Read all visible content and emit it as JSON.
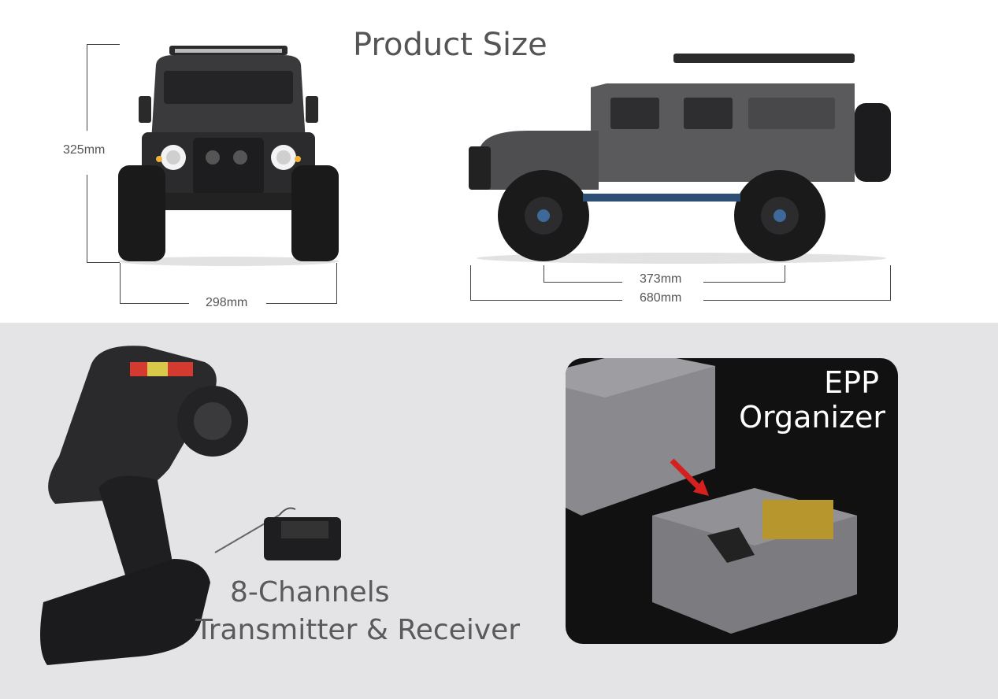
{
  "product_size": {
    "title": "Product Size",
    "height_label": "325mm",
    "width_label": "298mm",
    "wheelbase_label": "373mm",
    "length_label": "680mm"
  },
  "transmitter": {
    "line1": "8-Channels",
    "line2": "Transmitter & Receiver"
  },
  "organizer": {
    "line1": "EPP",
    "line2": "Organizer"
  },
  "colors": {
    "text_gray": "#555555",
    "body_gray": "#4a4a4c",
    "bottom_bg": "#e4e4e6",
    "epp_panel": "#111111",
    "epp_foam": "#8a8a8e",
    "arrow_red": "#d62020"
  }
}
